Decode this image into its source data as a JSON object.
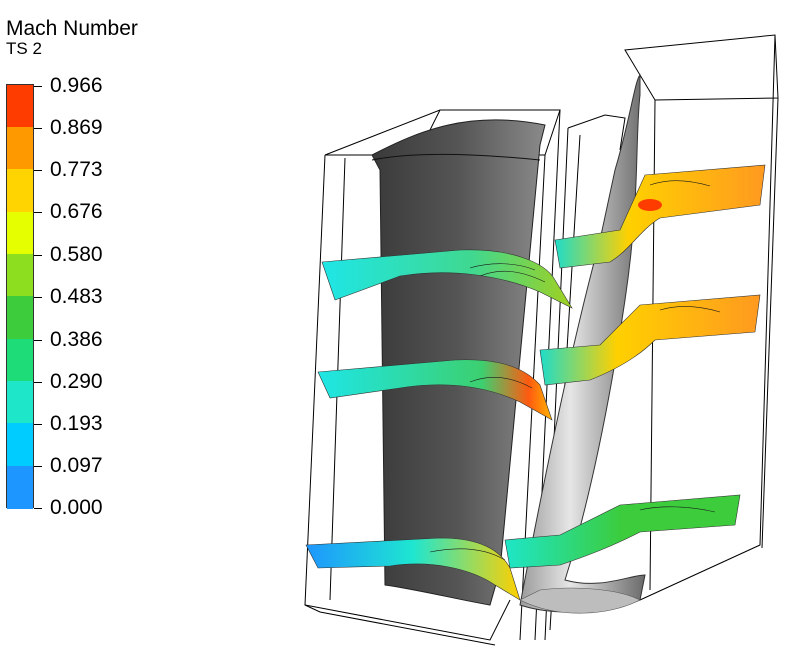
{
  "legend": {
    "title": "Mach Number",
    "subtitle": "TS 2",
    "ticks": [
      "0.966",
      "0.869",
      "0.773",
      "0.676",
      "0.580",
      "0.483",
      "0.386",
      "0.290",
      "0.193",
      "0.097",
      "0.000"
    ],
    "colors": [
      "#ff3c00",
      "#ff9900",
      "#ffd400",
      "#e6ff00",
      "#8cde1e",
      "#3ccc3c",
      "#1edc78",
      "#1ee6c8",
      "#00ccff",
      "#1e96ff",
      "#0a3cff"
    ]
  },
  "scene": {
    "description_icon": "turbine-blade-cascade-3d-view"
  }
}
